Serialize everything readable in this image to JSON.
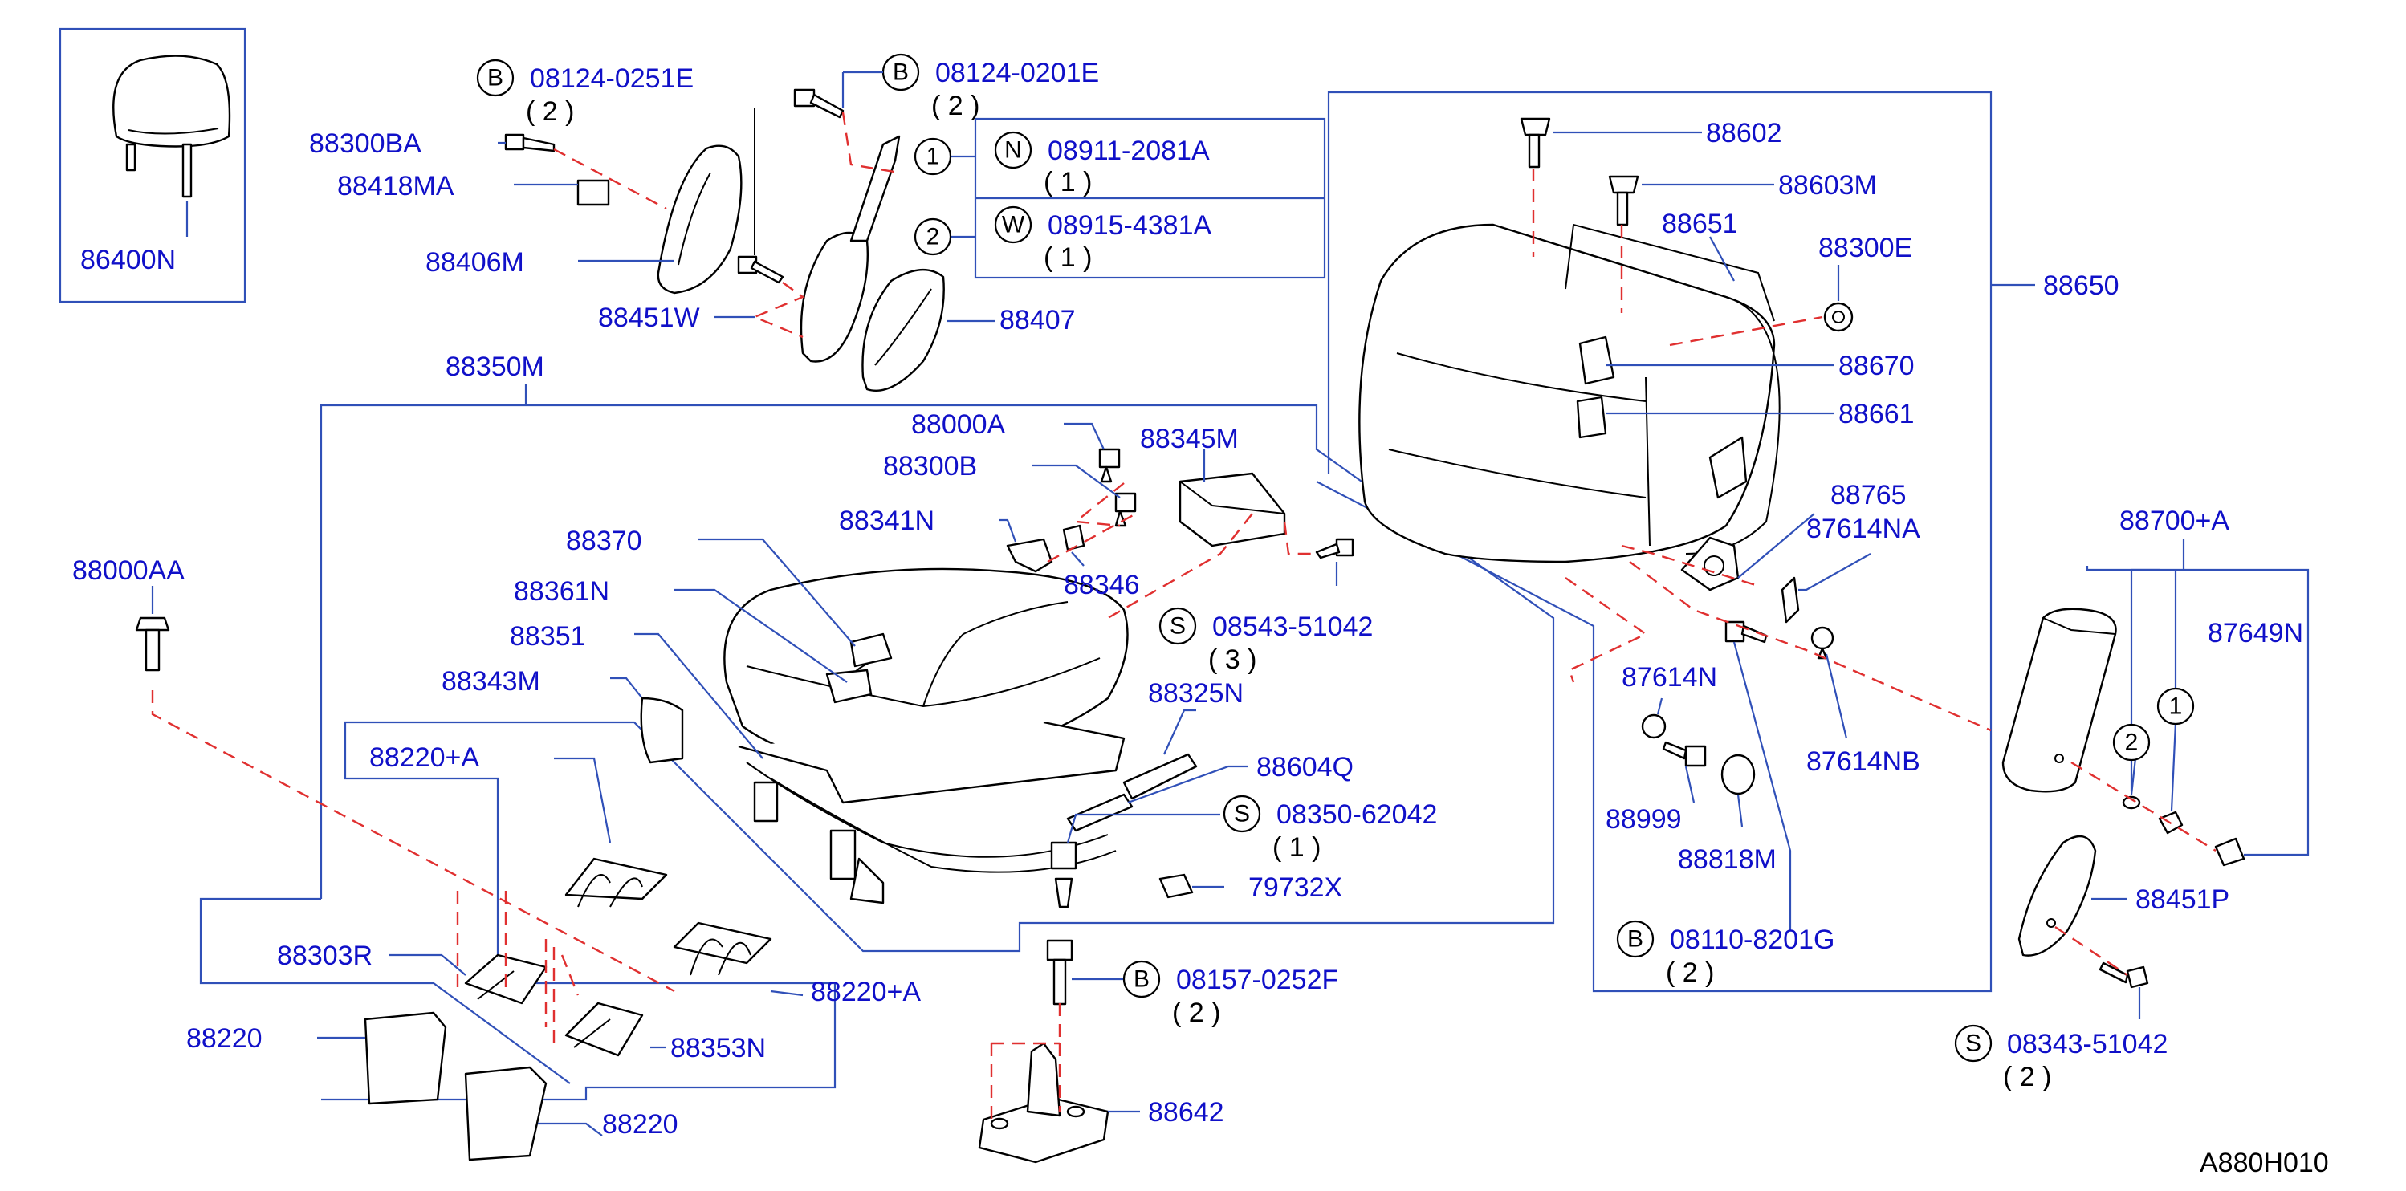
{
  "diagram_ref": "A880H010",
  "labels": {
    "p86400N": "86400N",
    "p88300BA": "88300BA",
    "p88418MA": "88418MA",
    "p88406M": "88406M",
    "p88451W": "88451W",
    "p88407": "88407",
    "p88350M": "88350M",
    "p88000A": "88000A",
    "p88300B": "88300B",
    "p88345M": "88345M",
    "p88341N": "88341N",
    "p88346": "88346",
    "p88370": "88370",
    "p88361N": "88361N",
    "p88351": "88351",
    "p88343M": "88343M",
    "p88000AA": "88000AA",
    "p88220A_1": "88220+A",
    "p88220A_2": "88220+A",
    "p88303R": "88303R",
    "p88220_1": "88220",
    "p88220_2": "88220",
    "p88353N": "88353N",
    "p88325N": "88325N",
    "p88604Q": "88604Q",
    "p79732X": "79732X",
    "p88642": "88642",
    "p88602": "88602",
    "p88603M": "88603M",
    "p88651": "88651",
    "p88300E": "88300E",
    "p88650": "88650",
    "p88670": "88670",
    "p88661": "88661",
    "p88765": "88765",
    "p87614NA": "87614NA",
    "p87614N": "87614N",
    "p88999": "88999",
    "p88818M": "88818M",
    "p87614NB": "87614NB",
    "p88700A": "88700+A",
    "p87649N": "87649N",
    "p88451P": "88451P"
  },
  "fasteners": {
    "b1": {
      "symbol": "B",
      "code": "08124-0251E",
      "qty": "( 2 )"
    },
    "b2": {
      "symbol": "B",
      "code": "08124-0201E",
      "qty": "( 2 )"
    },
    "n1": {
      "symbol": "N",
      "code": "08911-2081A",
      "qty": "( 1 )",
      "callout": "1"
    },
    "w1": {
      "symbol": "W",
      "code": "08915-4381A",
      "qty": "( 1 )",
      "callout": "2"
    },
    "s1": {
      "symbol": "S",
      "code": "08543-51042",
      "qty": "( 3 )"
    },
    "s2": {
      "symbol": "S",
      "code": "08350-62042",
      "qty": "( 1 )"
    },
    "b3": {
      "symbol": "B",
      "code": "08157-0252F",
      "qty": "( 2 )"
    },
    "b4": {
      "symbol": "B",
      "code": "08110-8201G",
      "qty": "( 2 )"
    },
    "s3": {
      "symbol": "S",
      "code": "08343-51042",
      "qty": "( 2 )"
    }
  },
  "callouts": {
    "c1": "1",
    "c2": "2"
  },
  "colors": {
    "label": "#1010c8",
    "leader": "#3050b8",
    "dashed": "#e03030",
    "part": "#000000"
  }
}
